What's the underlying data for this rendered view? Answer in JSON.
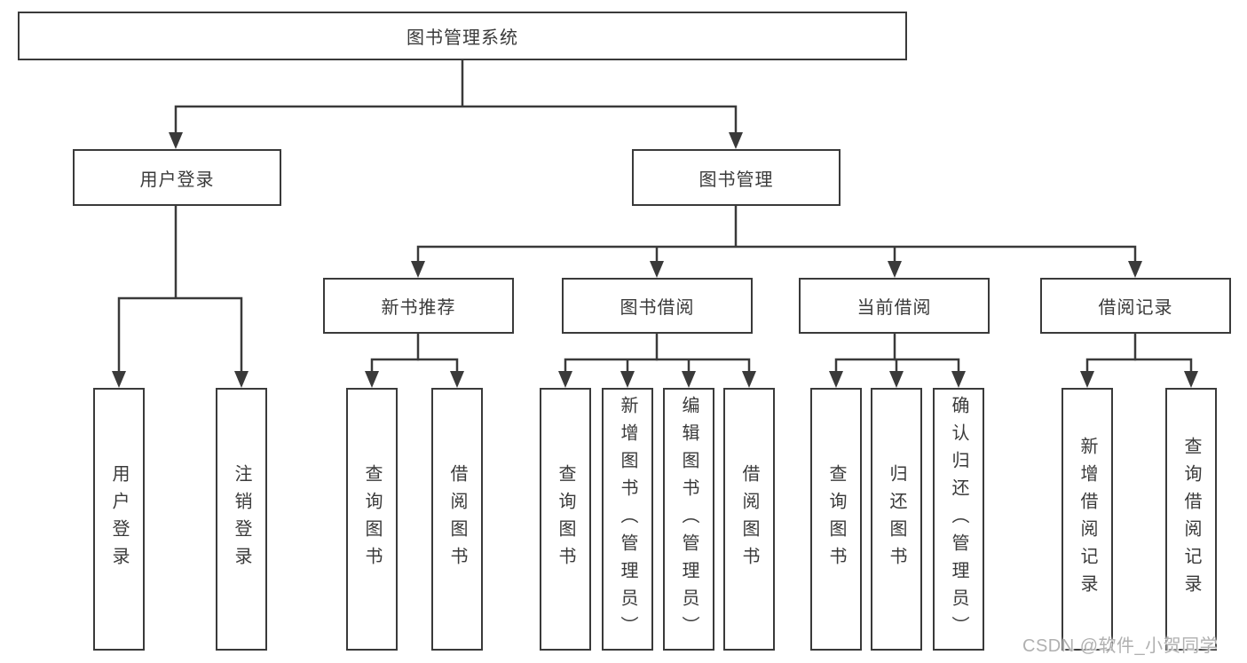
{
  "diagram": {
    "root": "图书管理系统",
    "branches": [
      {
        "label": "用户登录",
        "leaves": [
          "用户登录",
          "注销登录"
        ]
      },
      {
        "label": "图书管理",
        "groups": [
          {
            "label": "新书推荐",
            "leaves": [
              "查询图书",
              "借阅图书"
            ]
          },
          {
            "label": "图书借阅",
            "leaves": [
              "查询图书",
              "新增图书（管理员）",
              "编辑图书（管理员）",
              "借阅图书"
            ]
          },
          {
            "label": "当前借阅",
            "leaves": [
              "查询图书",
              "归还图书",
              "确认归还（管理员）"
            ]
          },
          {
            "label": "借阅记录",
            "leaves": [
              "新增借阅记录",
              "查询借阅记录"
            ]
          }
        ]
      }
    ]
  },
  "watermark": "CSDN @软件_小贺同学",
  "colors": {
    "line": "#3a3a3a",
    "text": "#3a3a3a",
    "box_background": "#ffffff",
    "page_background": "#ffffff",
    "watermark": "#b0b0b0"
  }
}
